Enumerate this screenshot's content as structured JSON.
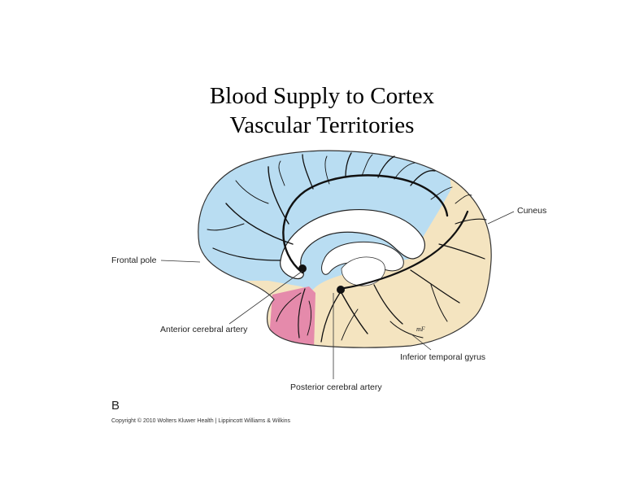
{
  "title": {
    "line1": "Blood Supply to Cortex",
    "line2": "Vascular Territories"
  },
  "labels": {
    "frontal_pole": "Frontal pole",
    "cuneus": "Cuneus",
    "anterior_cerebral_artery": "Anterior cerebral artery",
    "posterior_cerebral_artery": "Posterior cerebral artery",
    "inferior_temporal_gyrus": "Inferior temporal gyrus",
    "small_mark": "mF"
  },
  "panel_letter": "B",
  "copyright": "Copyright © 2010 Wolters Kluwer Health | Lippincott Williams & Wilkins",
  "colors": {
    "anterior_territory": "#b9ddf2",
    "posterior_territory": "#f4e4c0",
    "middle_territory": "#e58aab",
    "vessels": "#111111"
  }
}
